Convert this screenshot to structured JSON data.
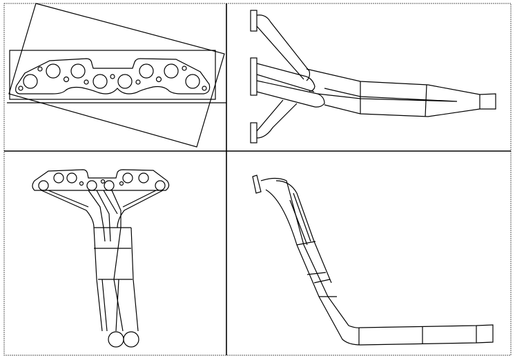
{
  "drawing": {
    "views": [
      "top-view-gasket",
      "side-view-header",
      "front-view-header",
      "profile-view-header"
    ],
    "line_color": "#000000",
    "background_color": "#ffffff"
  }
}
